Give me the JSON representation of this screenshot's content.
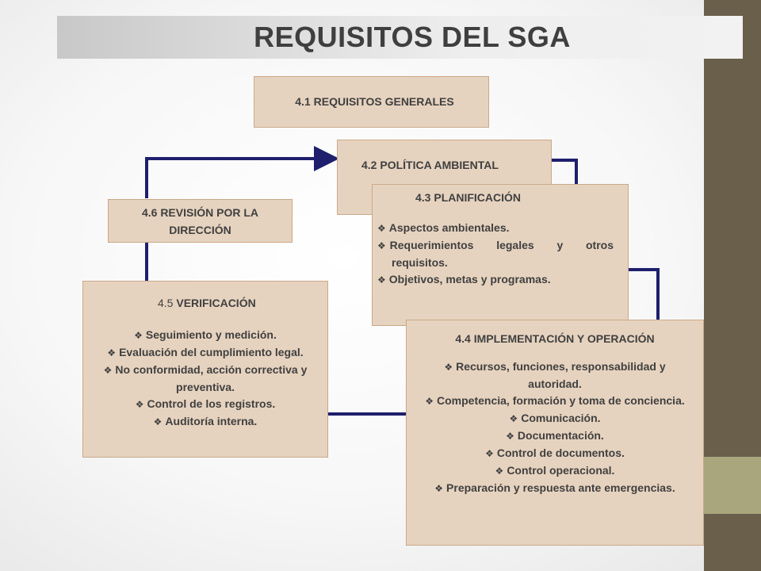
{
  "title": "REQUISITOS DEL SGA",
  "colors": {
    "box_fill": "#e6d3bf",
    "connector": "#1f1f6e",
    "side_bar": "#695f4b",
    "side_accent": "#a9a57c"
  },
  "icons": {
    "bullet": "diamond-bullet-icon"
  },
  "bullet_glyph": "❖",
  "boxes": {
    "general": {
      "title": "4.1 REQUISITOS GENERALES"
    },
    "politica": {
      "title": "4.2 POLÍTICA AMBIENTAL"
    },
    "planificacion": {
      "title": "4.3 PLANIFICACIÓN",
      "items": [
        "Aspectos ambientales.",
        "Requerimientos legales y otros requisitos.",
        "Objetivos, metas y programas."
      ]
    },
    "implementacion": {
      "title": "4.4 IMPLEMENTACIÓN Y OPERACIÓN",
      "items": [
        "Recursos, funciones, responsabilidad y autoridad.",
        "Competencia, formación y toma de conciencia.",
        "Comunicación.",
        "Documentación.",
        "Control de documentos.",
        "Control operacional.",
        "Preparación y respuesta ante emergencias."
      ]
    },
    "verificacion": {
      "title_num": "4.5",
      "title_word": "VERIFICACIÓN",
      "items": [
        "Seguimiento y medición.",
        "Evaluación del cumplimiento legal.",
        "No conformidad, acción correctiva y preventiva.",
        "Control de los registros.",
        "Auditoría interna."
      ]
    },
    "revision": {
      "title": "4.6 REVISIÓN POR LA DIRECCIÓN"
    }
  }
}
